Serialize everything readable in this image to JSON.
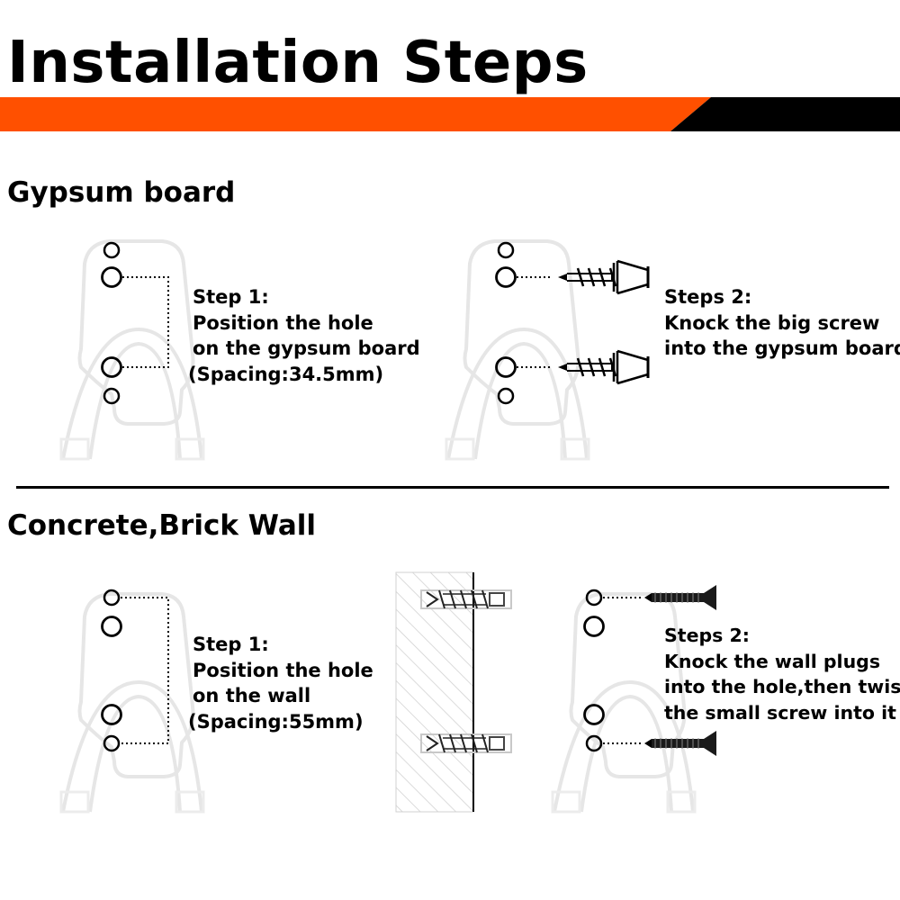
{
  "header": {
    "title": "Installation Steps",
    "bar_colors": {
      "orange": "#FF5000",
      "black": "#000000"
    }
  },
  "sections": {
    "gypsum": {
      "title": "Gypsum board",
      "step1": {
        "label": "Step 1:",
        "line1": "Position the hole",
        "line2": "on the gypsum board",
        "spacing": "(Spacing:34.5mm)"
      },
      "step2": {
        "label": "Steps 2:",
        "line1": "Knock the big screw",
        "line2": "into the gypsum board"
      }
    },
    "concrete": {
      "title": "Concrete,Brick Wall",
      "step1": {
        "label": "Step 1:",
        "line1": "Position the hole",
        "line2": "on the wall",
        "spacing": "(Spacing:55mm)"
      },
      "step2": {
        "label": "Steps 2:",
        "line1": "Knock the wall plugs",
        "line2": "into the hole,then twist",
        "line3": "the small screw into it"
      }
    }
  }
}
